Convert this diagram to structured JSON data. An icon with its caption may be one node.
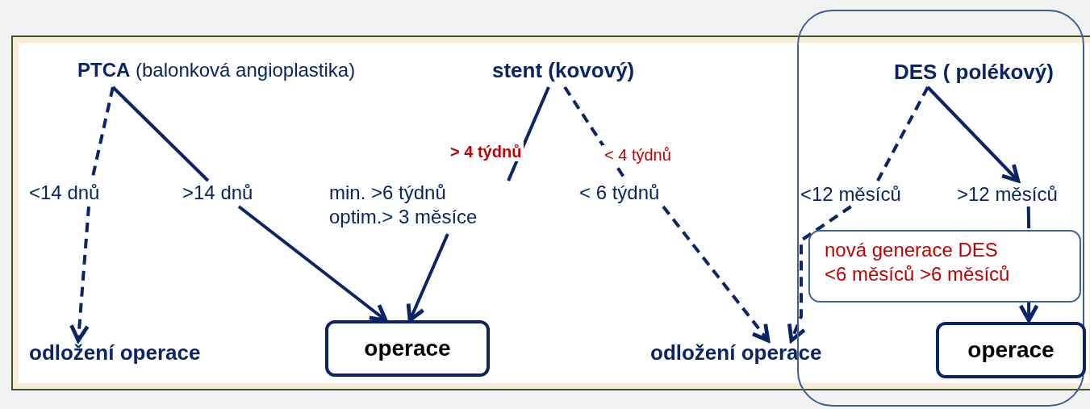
{
  "diagram": {
    "nodes": [
      {
        "text": [
          "**PTCA** (balonková angioplastika)"
        ]
      },
      {
        "text": [
          "<14 dnů"
        ]
      },
      {
        "text": [
          ">14 dnů"
        ]
      },
      {
        "text": [
          "odložení operace"
        ]
      },
      {
        "text": [
          "operace"
        ]
      },
      {
        "text": [
          "stent (kovový)"
        ]
      },
      {
        "text": [
          "min. >6 týdnů",
          "optim.> 3 měsíce"
        ]
      },
      {
        "text": [
          "< 6 týdnů"
        ]
      },
      {
        "text": [
          "odložení operace"
        ]
      },
      {
        "text": [],
        "shape": "box"
      },
      {
        "text": [
          "DES ( polékový)"
        ],
        "in": 9
      },
      {
        "text": [
          "<12 měsíců"
        ],
        "in": 9
      },
      {
        "text": [
          ">12 měsíců"
        ],
        "in": 9
      },
      {
        "text": [
          "nová generace DES",
          "<6 měsíců >6 měsíců"
        ],
        "in": 9
      },
      {
        "text": [
          "operace"
        ],
        "in": 9
      }
    ],
    "edges": [
      {
        "from": 0,
        "to": 1,
        "arrow": "none",
        "style": "dashed"
      },
      {
        "from": 1,
        "to": 3,
        "arrow": "to",
        "style": "dashed"
      },
      {
        "from": 0,
        "to": 2,
        "arrow": "none"
      },
      {
        "from": 2,
        "to": 4,
        "arrow": "to"
      },
      {
        "from": 5,
        "to": 6,
        "arrow": "none",
        "label": "> 4 týdnů"
      },
      {
        "from": 6,
        "to": 4,
        "arrow": "to"
      },
      {
        "from": 5,
        "to": 7,
        "arrow": "none",
        "style": "dashed",
        "label": "< 4 týdnů"
      },
      {
        "from": 7,
        "to": 8,
        "arrow": "to",
        "style": "dashed"
      },
      {
        "from": 10,
        "to": 11,
        "arrow": "none",
        "style": "dashed"
      },
      {
        "from": 11,
        "to": 8,
        "arrow": "to",
        "style": "dashed"
      },
      {
        "from": 10,
        "to": 12,
        "arrow": "to"
      },
      {
        "from": 12,
        "to": 13,
        "arrow": "none"
      },
      {
        "from": 13,
        "to": 14,
        "arrow": "to"
      }
    ]
  }
}
